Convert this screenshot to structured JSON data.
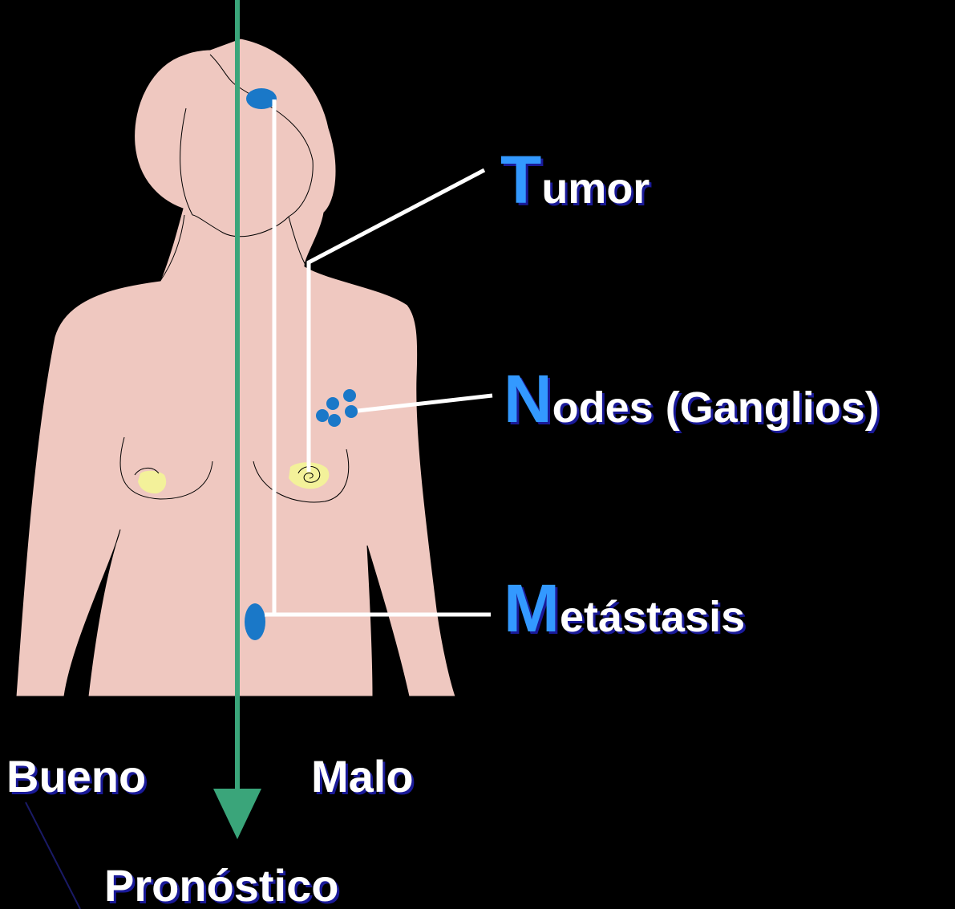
{
  "labels": {
    "tumor": {
      "initial": "T",
      "rest": "umor"
    },
    "nodes": {
      "initial": "N",
      "rest": "odes (Ganglios)"
    },
    "metastasis": {
      "initial": "M",
      "rest": "etástasis"
    },
    "good": "Bueno",
    "bad": "Malo",
    "prognosis": "Pronóstico"
  },
  "colors": {
    "background": "#000000",
    "body_fill": "#efc8c0",
    "lesion": "#1a78c8",
    "breast_area": "#f3f19a",
    "arrow": "#3aa57a",
    "leader_lines": "#ffffff",
    "label_text": "#ffffff",
    "label_initial": "#3399ff"
  }
}
